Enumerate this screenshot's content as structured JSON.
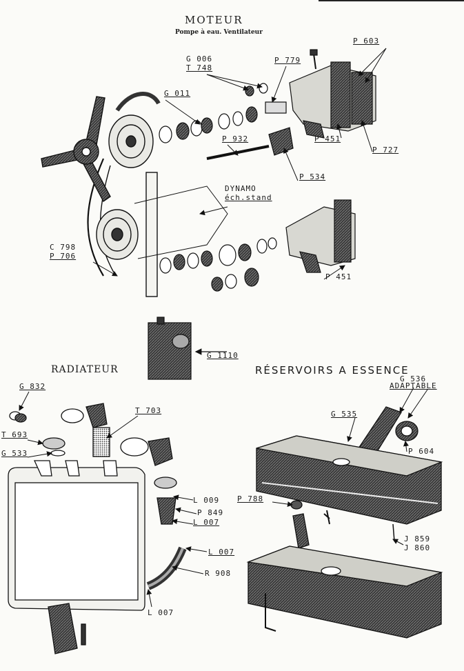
{
  "sections": {
    "moteur": {
      "title": "MOTEUR",
      "subtitle": "Pompe à eau. Ventilateur"
    },
    "radiateur": {
      "title": "RADIATEUR"
    },
    "reservoirs": {
      "title": "RÉSERVOIRS A ESSENCE"
    }
  },
  "labels": {
    "g006": "G 006",
    "t748": "T 748",
    "p779": "P 779",
    "p603": "P 603",
    "g011": "G 011",
    "p932": "P 932",
    "p451a": "P 451",
    "p727": "P 727",
    "p534": "P 534",
    "dynamo": "DYNAMO",
    "echstand": "éch.stand",
    "c798": "C 798",
    "p706": "P 706",
    "p451b": "P 451",
    "g1110": "G 1110",
    "g536": "G 536",
    "adaptable": "ADAPTABLE",
    "g832": "G 832",
    "t703": "T 703",
    "g535": "G 535",
    "t693": "T 693",
    "g533": "G 533",
    "p604": "P 604",
    "l009": "L 009",
    "p849": "P 849",
    "l007a": "L 007",
    "p788": "P 788",
    "j859": "J 859",
    "j860": "J 860",
    "l007b": "L 007",
    "r908": "R 908",
    "l007c": "L 007"
  }
}
